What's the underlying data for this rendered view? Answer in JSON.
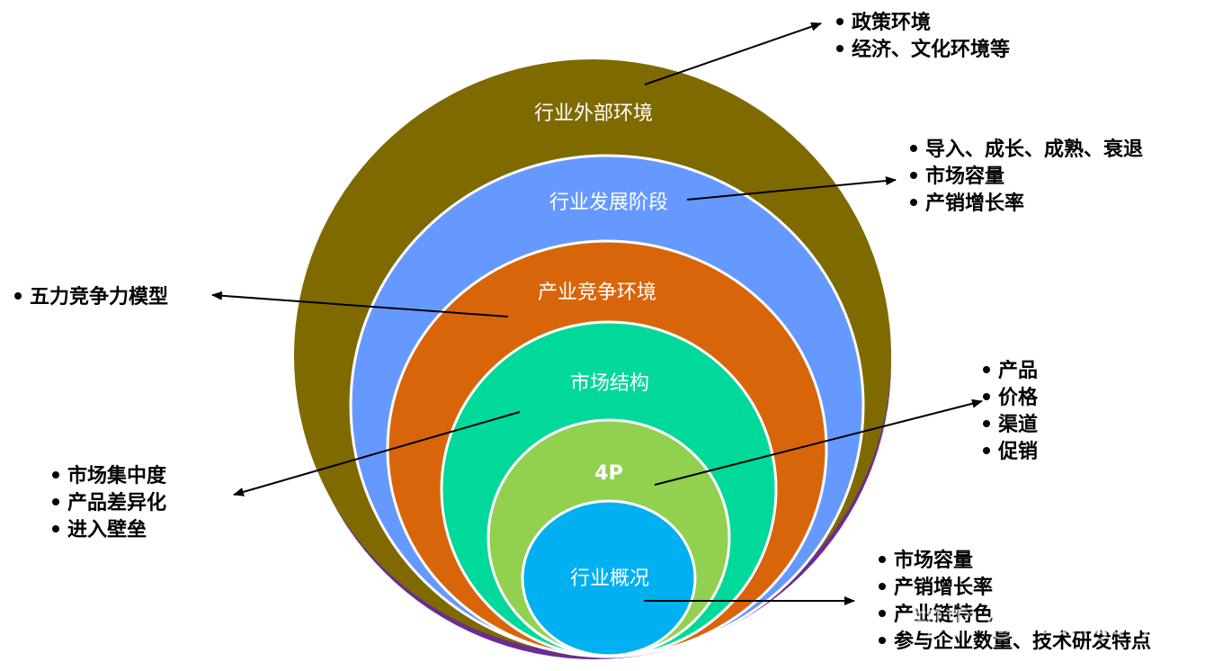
{
  "colors": {
    "outer": "#7f6a00",
    "development": "#6699ff",
    "competition": "#d9650b",
    "market_structure": "#00d999",
    "four_p": "#92d050",
    "overview": "#00b0f0",
    "shadow": "#6a2c91"
  },
  "circles": {
    "outer": "行业外部环境",
    "development": "行业发展阶段",
    "competition": "产业竞争环境",
    "market_structure": "市场结构",
    "four_p": "4P",
    "overview": "行业概况"
  },
  "callouts": {
    "outer": [
      "政策环境",
      "经济、文化环境等"
    ],
    "development": [
      "导入、成长、成熟、衰退",
      "市场容量",
      "产销增长率"
    ],
    "competition": [
      "五力竞争力模型"
    ],
    "market_structure": [
      "市场集中度",
      "产品差异化",
      "进入壁垒"
    ],
    "four_p": [
      "产品",
      "价格",
      "渠道",
      "促销"
    ],
    "overview": [
      "市场容量",
      "产销增长率",
      "产业链特色",
      "参与企业数量、技术研发特点"
    ]
  },
  "watermark": "知乎 @mengsiyi"
}
